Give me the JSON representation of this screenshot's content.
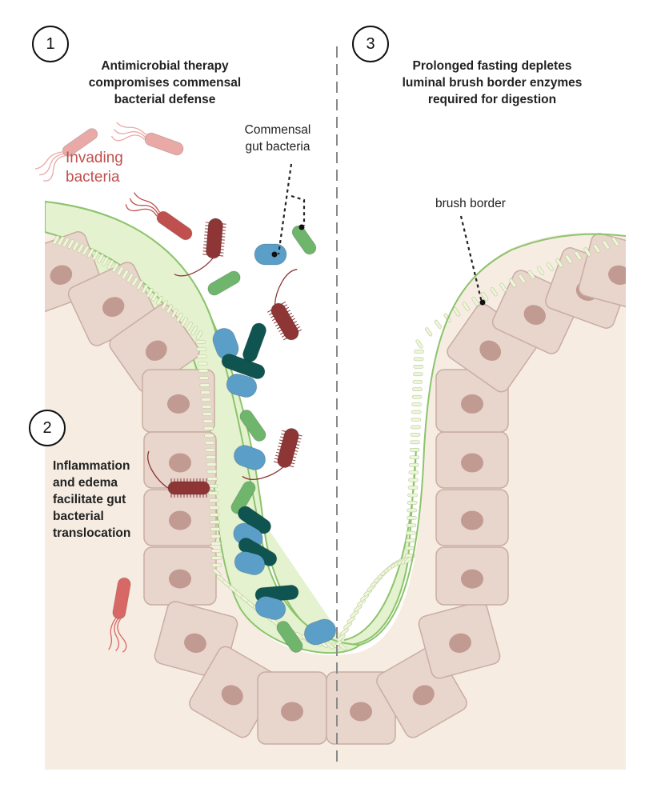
{
  "panel1": {
    "number": "1",
    "caption_lines": [
      "Antimicrobial therapy",
      "compromises commensal",
      "bacterial defense"
    ]
  },
  "panel2": {
    "number": "2",
    "caption_lines": [
      "Inflammation",
      "and edema",
      "facilitate gut",
      "bacterial",
      "translocation"
    ]
  },
  "panel3": {
    "number": "3",
    "caption_lines": [
      "Prolonged fasting depletes",
      "luminal brush border enzymes",
      "required for digestion"
    ]
  },
  "labels": {
    "invading_lines": [
      "Invading",
      "bacteria"
    ],
    "commensal_lines": [
      "Commensal",
      "gut bacteria"
    ],
    "brush_border": "brush border"
  },
  "colors": {
    "tissue_background": "#f6ece2",
    "cell_fill": "#e8d5cc",
    "cell_stroke": "#c9ada2",
    "nucleus": "#c19a91",
    "mucus": "#e4f2cf",
    "mucus_edge": "#8cc46c",
    "microvilli": "#eef6d8",
    "invading_bacteria": "#c0504d",
    "dark_invading_bacteria": "#8e3535",
    "commensal_green": "#6fb56c",
    "commensal_blue": "#5b9ec7",
    "commensal_teal": "#0f5450"
  }
}
